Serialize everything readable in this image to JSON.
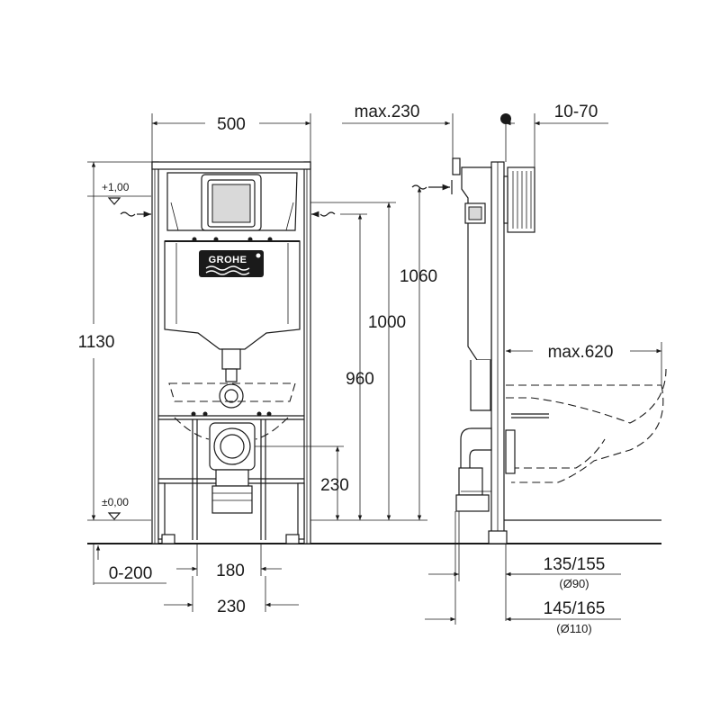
{
  "dimensions": {
    "width_500": "500",
    "max_230": "max.230",
    "range_10_70": "10-70",
    "height_1130": "1130",
    "height_1060": "1060",
    "height_1000": "1000",
    "height_960": "960",
    "height_230": "230",
    "max_620": "max.620",
    "range_0_200": "0-200",
    "width_180": "180",
    "width_230_bottom": "230",
    "pipe_135_155": "135/155",
    "pipe_d90": "(Ø90)",
    "pipe_145_165": "145/165",
    "pipe_d110": "(Ø110)"
  },
  "level_marks": {
    "top": "+1,00",
    "floor": "±0,00"
  },
  "logo": {
    "brand": "GROHE"
  }
}
